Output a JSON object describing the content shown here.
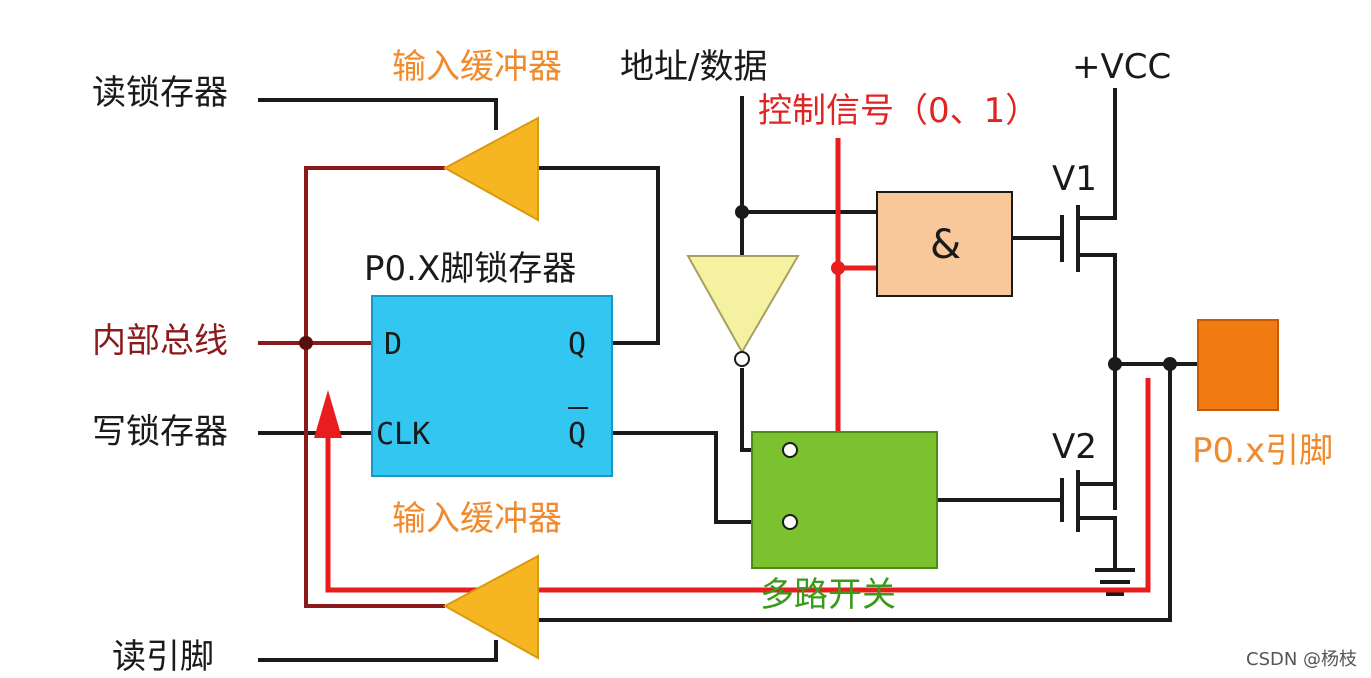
{
  "labels": {
    "read_latch": "读锁存器",
    "input_buffer_top": "输入缓冲器",
    "address_data": "地址/数据",
    "control_signal": "控制信号（0、1）",
    "vcc": "+VCC",
    "v1": "V1",
    "v2": "V2",
    "latch_title": "P0.X脚锁存器",
    "internal_bus": "内部总线",
    "write_latch": "写锁存器",
    "input_buffer_bottom": "输入缓冲器",
    "mux": "多路开关",
    "read_pin": "读引脚",
    "pin": "P0.x引脚",
    "and_gate": "&",
    "d": "D",
    "q": "Q",
    "clk": "CLK",
    "qbar": "Q"
  },
  "watermark": "CSDN @杨枝",
  "colors": {
    "latch_fill": "#33c6f0",
    "and_fill": "#f8c79a",
    "mux_fill": "#7cc12e",
    "buffer_fill": "#f5b621",
    "inverter_fill": "#f4f2a0",
    "pin_fill": "#f27a12",
    "red_path": "#e81e1e",
    "bus_wire": "#8b1a1a"
  }
}
